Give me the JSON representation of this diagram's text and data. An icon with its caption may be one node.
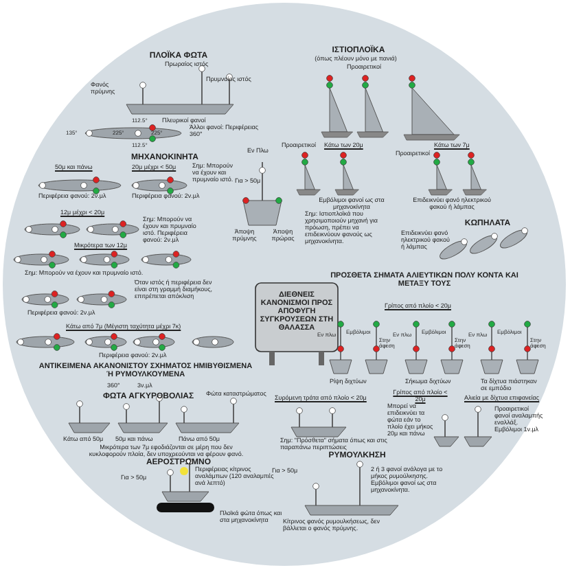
{
  "diagram": {
    "labels": [
      "ΠΛΟΪΚΑ ΦΩΤΑ",
      "Πρωραίος ιστός",
      "Πρυμναίος ιστός",
      "Φανός πρύμνης",
      "Πλευρικοί φανοί",
      "112.5°",
      "135°",
      "225°",
      "225°",
      "112.5°",
      "Άλλοι φανοί: Περιφέρειας 360°",
      "ΜΗΧΑΝΟΚΙΝΗΤΑ",
      "50μ και πάνω",
      "20μ μέχρι < 50μ",
      "Σημ: Μπορούν να έχουν και πρυμναίο ιστό.",
      "Περιφέρεια φανού: 2ν.μλ",
      "Περιφέρεια φανού: 2ν.μλ",
      "12μ μέχρι < 20μ",
      "Σημ: Μπορούν να έχουν και πρυμναίο ιστό. Περιφέρεια φανού: 2ν.μλ",
      "Μικρότερα των 12μ",
      "Σημ: Μπορούν να έχουν και πρυμναίο ιστό.",
      "Όταν ιστός ή περιφέρεια δεν είναι στη γραμμή διαμήκους, επιτρέπεται απόκλιση",
      "Περιφέρεια φανού: 2ν.μλ",
      "Κάτω από 7μ (Μέγιστη ταχύτητα μέχρι 7κ)",
      "Περιφέρεια φανού: 2ν.μλ",
      "ΑΝΤΙΚΕΙΜΕΝΑ ΑΚΑΝΟΝΙΣΤΟΥ ΣΧΗΜΑΤΟΣ ΗΜΙΒΥΘΙΣΜΕΝΑ Ή ΡΥΜΟΥΛΚΟΥΜΕΝΑ",
      "360°",
      "3ν.μλ",
      "ΦΩΤΑ ΑΓΚΥΡΟΒΟΛΙΑΣ",
      "Φώτα καταστρώματος",
      "Κάτω από 50μ",
      "50μ και πάνω",
      "Πάνω από 50μ",
      "Μικρότερα των 7μ εφοδιάζονται σε μέρη που δεν κυκλοφορούν πλοία, δεν υποχρεούνται να φέρουν φανό.",
      "ΑΕΡΟΣΤΡΩΜΝΟ",
      "Για > 50μ",
      "Περιφέρειας κίτρινος αναλάμπων (120 αναλαμπές ανά λεπτό)",
      "Πλοϊκά φώτα όπως και στα μηχανοκίνητα",
      "ΙΣΤΙΟΠΛΟΪΚΑ",
      "(όπως πλέουν μόνο με πανιά)",
      "Προαιρετικοί",
      "Προαιρετικοί",
      "Κάτω των 20μ",
      "Κάτω των 7μ",
      "Προαιρετικοί",
      "Εμβόλιμοι φανοί ως στα μηχανοκίνητα",
      "Επιδεικνύει φανό ηλεκτρικού φακού ή λάμπας",
      "Σημ: Ιστιοπλοϊκά που χρησιμοποιούν μηχανή για πρόωση, πρέπει να επιδεικνύουν φανούς ως μηχανοκίνητα.",
      "ΚΩΠΗΛΑΤΑ",
      "Επιδεικνύει φανό ηλεκτρικού φακού ή λάμπας",
      "Εν Πλω",
      "Για > 50μ",
      "Άποψη πρύμνης",
      "Άποψη πρώρας",
      "ΔΙΕΘΝΕΙΣ ΚΑΝΟΝΙΣΜΟΙ ΠΡΟΣ ΑΠΟΦΥΓΗ ΣΥΓΚΡΟΥΣΕΩΝ ΣΤΗ ΘΑΛΑΣΣΑ",
      "ΠΡΟΣΘΕΤΑ ΣΗΜΑΤΑ ΑΛΙΕΥΤΙΚΩΝ ΠΟΛΥ ΚΟΝΤΑ ΚΑΙ ΜΕΤΑΞΥ ΤΟΥΣ",
      "Γρίπος από πλοίο < 20μ",
      "Εν πλω",
      "Εμβόλιμοι",
      "Στην άφεση",
      "Εν πλω",
      "Εμβόλιμοι",
      "Στην άφεση",
      "Εν πλω",
      "Εμβόλιμοι",
      "Στην άφεση",
      "Ρίψη διχτύων",
      "Σήκωμα διχτύων",
      "Τα δίχτυα πιάστηκαν σε εμπόδιο",
      "Συρόμενη τράτα από πλοίο < 20μ",
      "Γρίπος από πλοίο < 20μ",
      "Αλιεία με δίχτυα επιφανείας",
      "Σημ: \"Πρόσθετα\" σήματα όπως και στις παραπάνω περιπτώσεις",
      "Μπορεί να επιδεικνύει τα φώτα εάν το πλοίο έχει μήκος 20μ και πάνω",
      "Προαιρετικοί φανοί αναλαμπής εναλλάξ. Εμβόλιμοι 1ν.μλ",
      "ΡΥΜΟΥΛΚΗΣΗ",
      "Για > 50μ",
      "2 ή 3 φανοί ανάλογα με το μήκος ρυμούλκησης. Εμβόλιμοι φανοί ως στα μηχανοκίνητα.",
      "Κίτρινος φανός ρυμουλκήσεως, δεν βάλλεται ο φανός πρύμνης."
    ]
  }
}
